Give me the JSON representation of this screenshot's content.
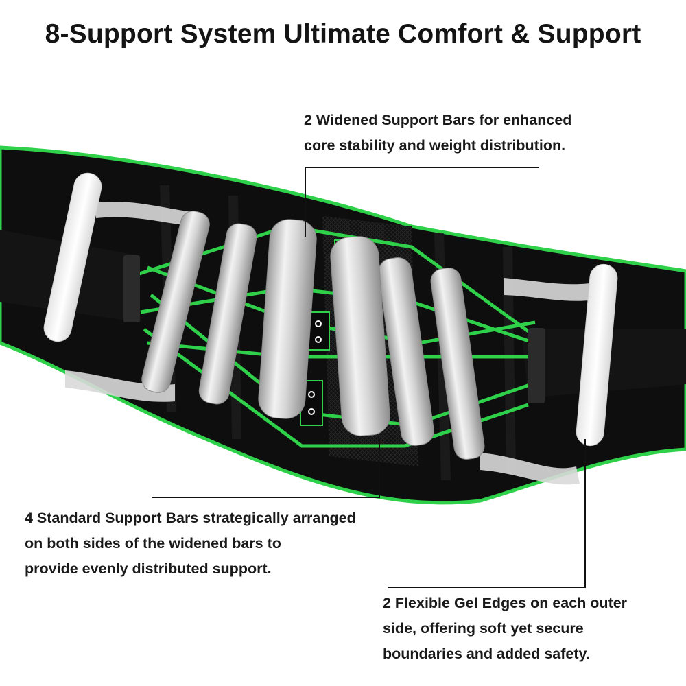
{
  "title": "8-Support System Ultimate Comfort & Support",
  "callouts": {
    "widened": {
      "lines": [
        "2 Widened Support Bars for enhanced",
        "core stability and weight distribution."
      ]
    },
    "standard": {
      "lines": [
        "4 Standard Support Bars strategically arranged",
        "on both sides of the widened bars to",
        "provide evenly distributed support."
      ]
    },
    "gel": {
      "lines": [
        "2 Flexible Gel Edges on each outer",
        "side, offering soft yet secure",
        "boundaries and added safety."
      ]
    }
  },
  "product": {
    "image_name": "back-support-belt",
    "colors": {
      "belt": "#0d0d0d",
      "trim": "#2fd14b",
      "mesh": "#d9d9d9",
      "bar_metal": "#dcdcdc",
      "gel": "#f5f5f5"
    }
  }
}
